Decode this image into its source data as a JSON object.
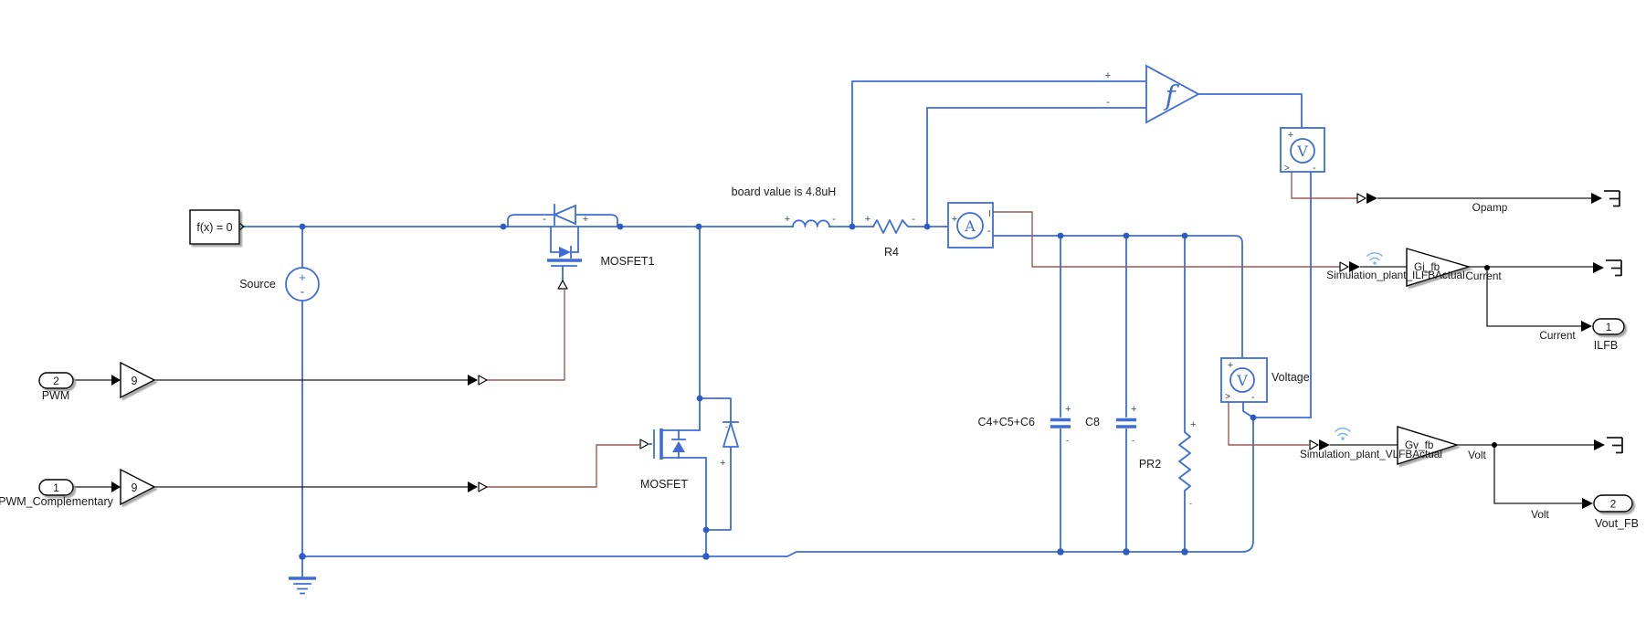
{
  "blocks": {
    "solver": {
      "label": "f(x) = 0"
    },
    "source": {
      "label": "Source"
    },
    "mosfet1": {
      "label": "MOSFET1"
    },
    "mosfet2": {
      "label": "MOSFET"
    },
    "inductor": {
      "annotation": "board value is 4.8uH"
    },
    "r4": {
      "label": "R4"
    },
    "cap1": {
      "label": "C4+C5+C6"
    },
    "cap2": {
      "label": "C8"
    },
    "pr2": {
      "label": "PR2"
    },
    "ammeter": {
      "letter": "A"
    },
    "voltmeter_top": {
      "letter": "V"
    },
    "voltmeter_out": {
      "letter": "V",
      "label": "Voltage"
    },
    "fcn": {
      "letter": "f"
    },
    "gain_pwm": {
      "value": "9"
    },
    "gain_pwm_comp": {
      "value": "9"
    },
    "gain_gi": {
      "label": "Gi_fb"
    },
    "gain_gv": {
      "label": "Gv_fb"
    }
  },
  "inports": {
    "pwm": {
      "number": "2",
      "label": "PWM"
    },
    "pwm_comp": {
      "number": "1",
      "label": "PWM_Complementary"
    }
  },
  "outports": {
    "ilfb": {
      "number": "1",
      "label": "ILFB"
    },
    "vout_fb": {
      "number": "2",
      "label": "Vout_FB"
    }
  },
  "wire_labels": {
    "opamp": "Opamp",
    "sim_ilfb": "Simulation_plant_ILFBActual",
    "sim_vlfb": "Simulation_plant_VLFBActual",
    "current_main": "Current",
    "current_branch": "Current",
    "volt_main": "Volt",
    "volt_branch": "Volt"
  },
  "sym": {
    "plus": "+",
    "minus": "-",
    "amp_out": "I",
    "meter_out": ">"
  },
  "colors": {
    "wire_blue": "#3e6dd8",
    "wire_physical": "#9a5a56",
    "wire_signal": "#000000",
    "wifi": "#86b7e8",
    "junction": "#2d5cc8",
    "background": "#ffffff"
  }
}
